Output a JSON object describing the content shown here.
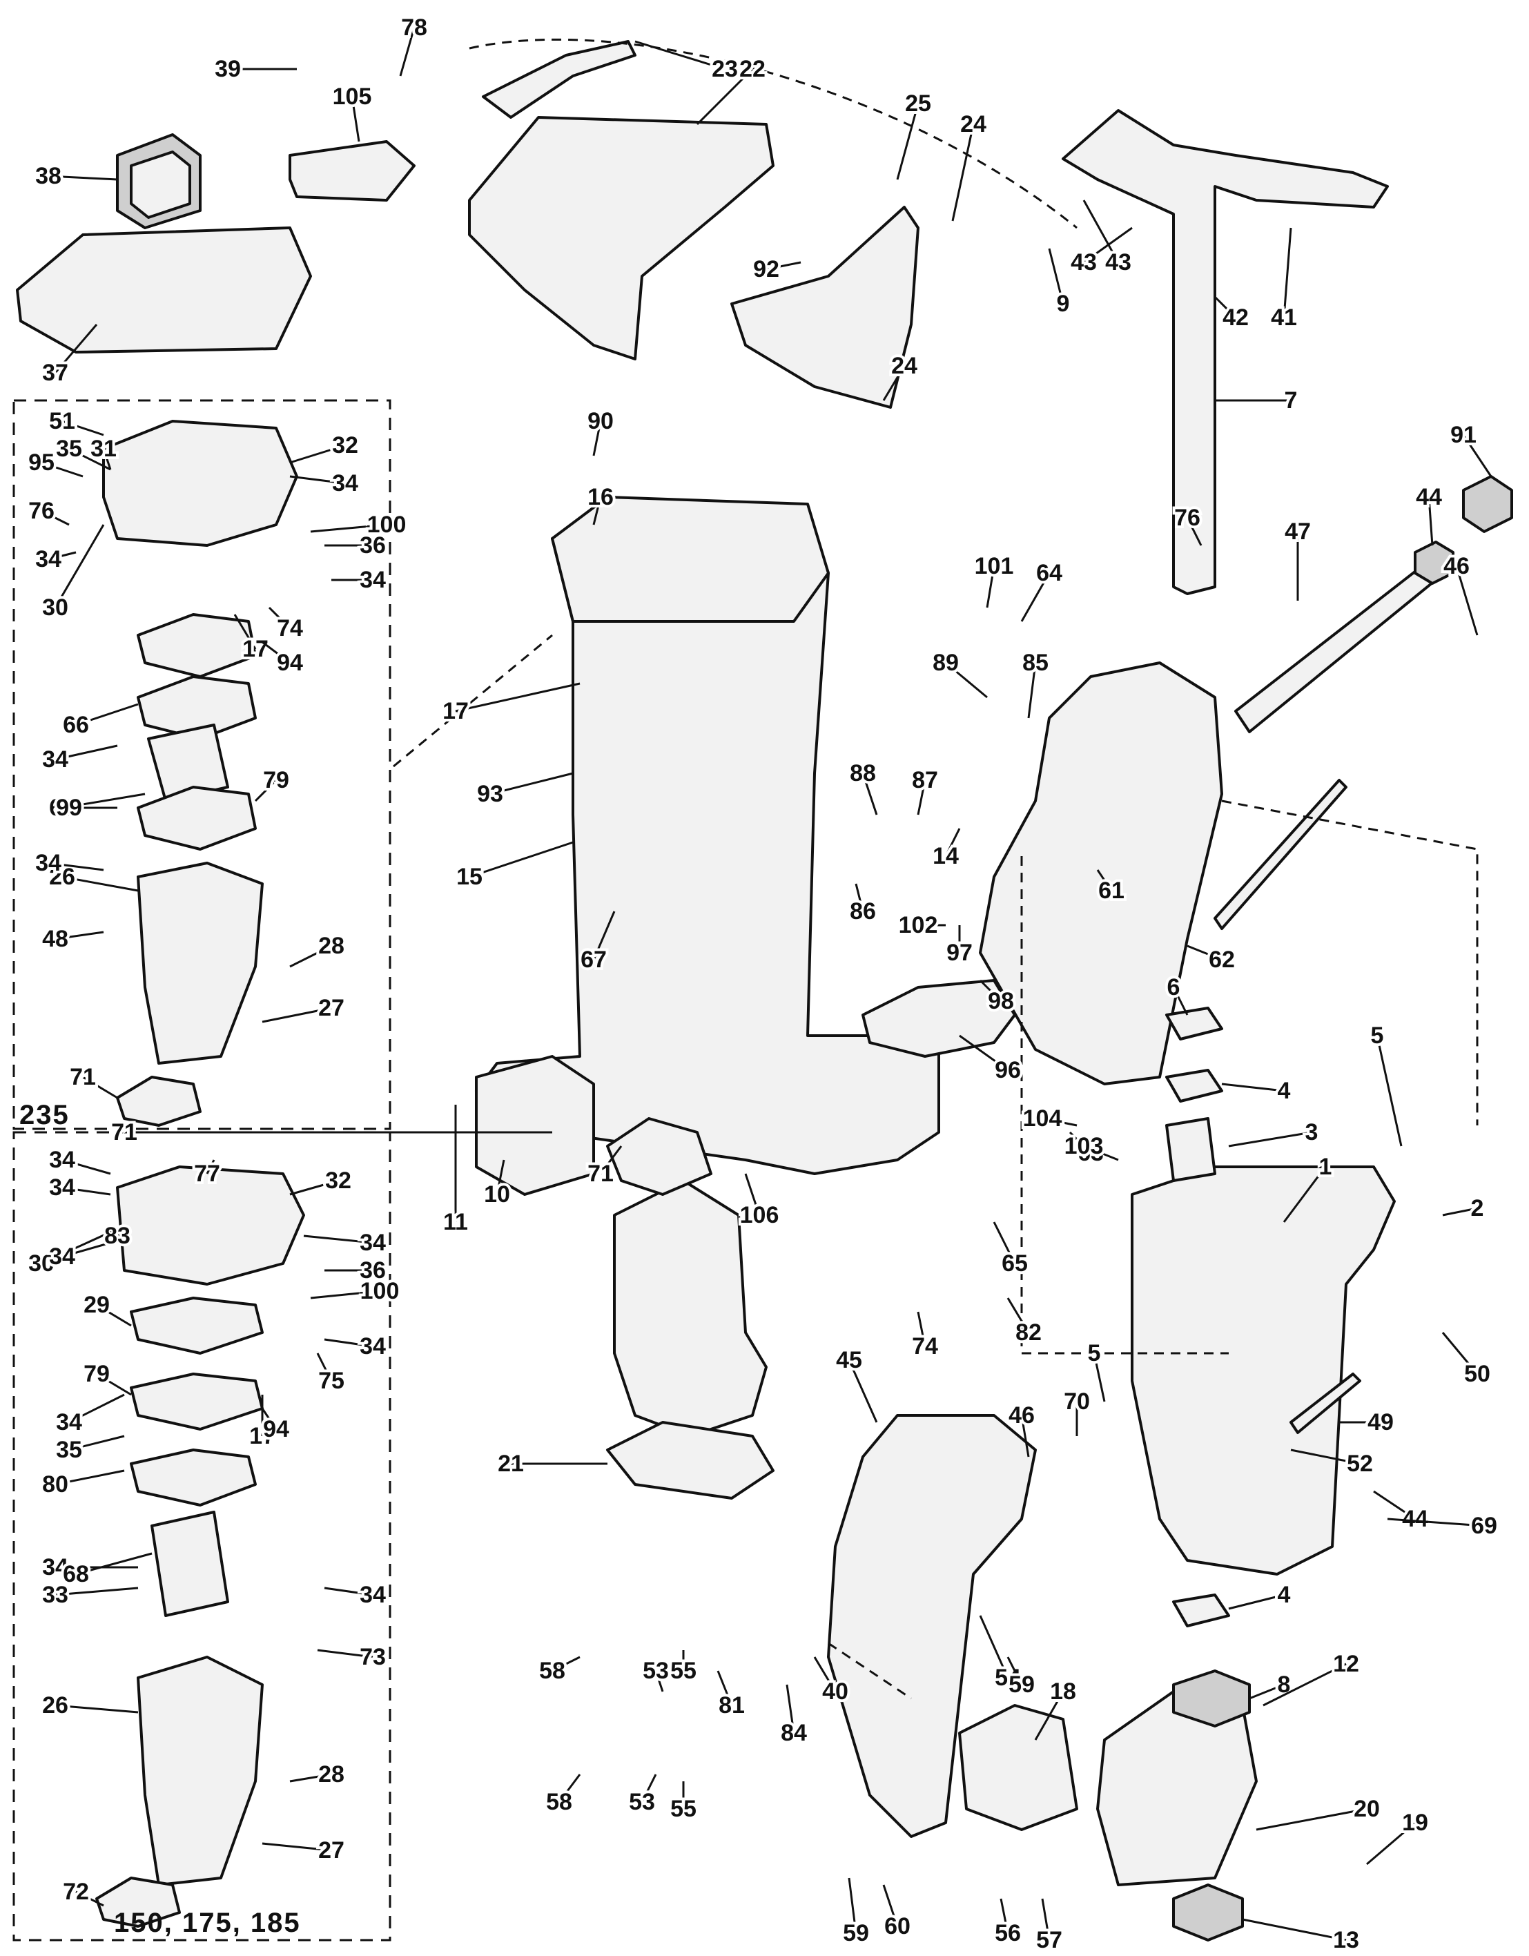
{
  "group_labels": {
    "upper_group": "235",
    "lower_group": "150, 175, 185"
  },
  "callouts": [
    "1",
    "2",
    "3",
    "4",
    "4",
    "5",
    "5",
    "6",
    "7",
    "8",
    "9",
    "10",
    "11",
    "12",
    "13",
    "14",
    "15",
    "16",
    "17",
    "17",
    "17",
    "18",
    "19",
    "20",
    "21",
    "22",
    "23",
    "24",
    "24",
    "25",
    "26",
    "26",
    "27",
    "27",
    "28",
    "28",
    "29",
    "30",
    "30",
    "31",
    "32",
    "32",
    "33",
    "34",
    "34",
    "34",
    "34",
    "34",
    "34",
    "34",
    "34",
    "34",
    "34",
    "34",
    "34",
    "34",
    "35",
    "35",
    "36",
    "36",
    "37",
    "38",
    "39",
    "40",
    "41",
    "42",
    "43",
    "43",
    "44",
    "44",
    "45",
    "46",
    "46",
    "47",
    "48",
    "49",
    "50",
    "51",
    "52",
    "53",
    "53",
    "54",
    "55",
    "55",
    "56",
    "57",
    "58",
    "58",
    "59",
    "59",
    "60",
    "61",
    "62",
    "63",
    "64",
    "65",
    "66",
    "67",
    "68",
    "68",
    "69",
    "70",
    "71",
    "71",
    "71",
    "72",
    "73",
    "74",
    "74",
    "75",
    "76",
    "76",
    "77",
    "78",
    "79",
    "79",
    "80",
    "81",
    "82",
    "83",
    "84",
    "85",
    "86",
    "87",
    "88",
    "89",
    "90",
    "91",
    "92",
    "93",
    "94",
    "94",
    "95",
    "96",
    "97",
    "98",
    "99",
    "100",
    "100",
    "101",
    "102",
    "103",
    "104",
    "105",
    "106"
  ]
}
